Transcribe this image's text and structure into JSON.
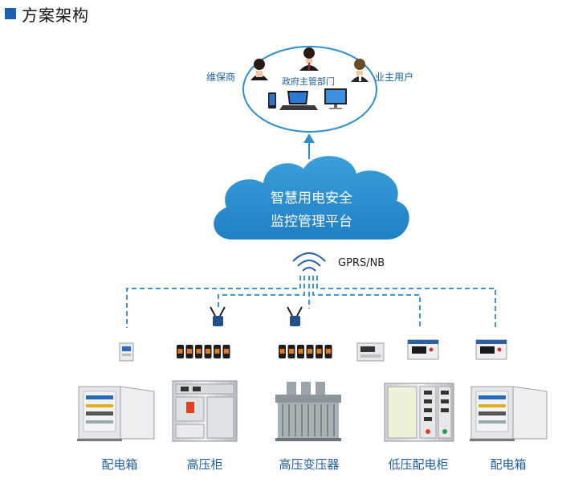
{
  "header": {
    "title": "方案架构"
  },
  "users": {
    "vendor": "维保商",
    "government": "政府主管部门",
    "owner": "业主用户"
  },
  "cloud": {
    "line1": "智慧用电安全",
    "line2": "监控管理平台"
  },
  "network": {
    "label": "GPRS/NB"
  },
  "devices": [
    {
      "label": "配电箱"
    },
    {
      "label": "高压柜"
    },
    {
      "label": "高压变压器"
    },
    {
      "label": "低压配电柜"
    },
    {
      "label": "配电箱"
    }
  ],
  "colors": {
    "accent": "#1f5fb0",
    "cloud": "#2d8fd0",
    "dash": "#3b94d4",
    "label": "#1e5fa8"
  }
}
